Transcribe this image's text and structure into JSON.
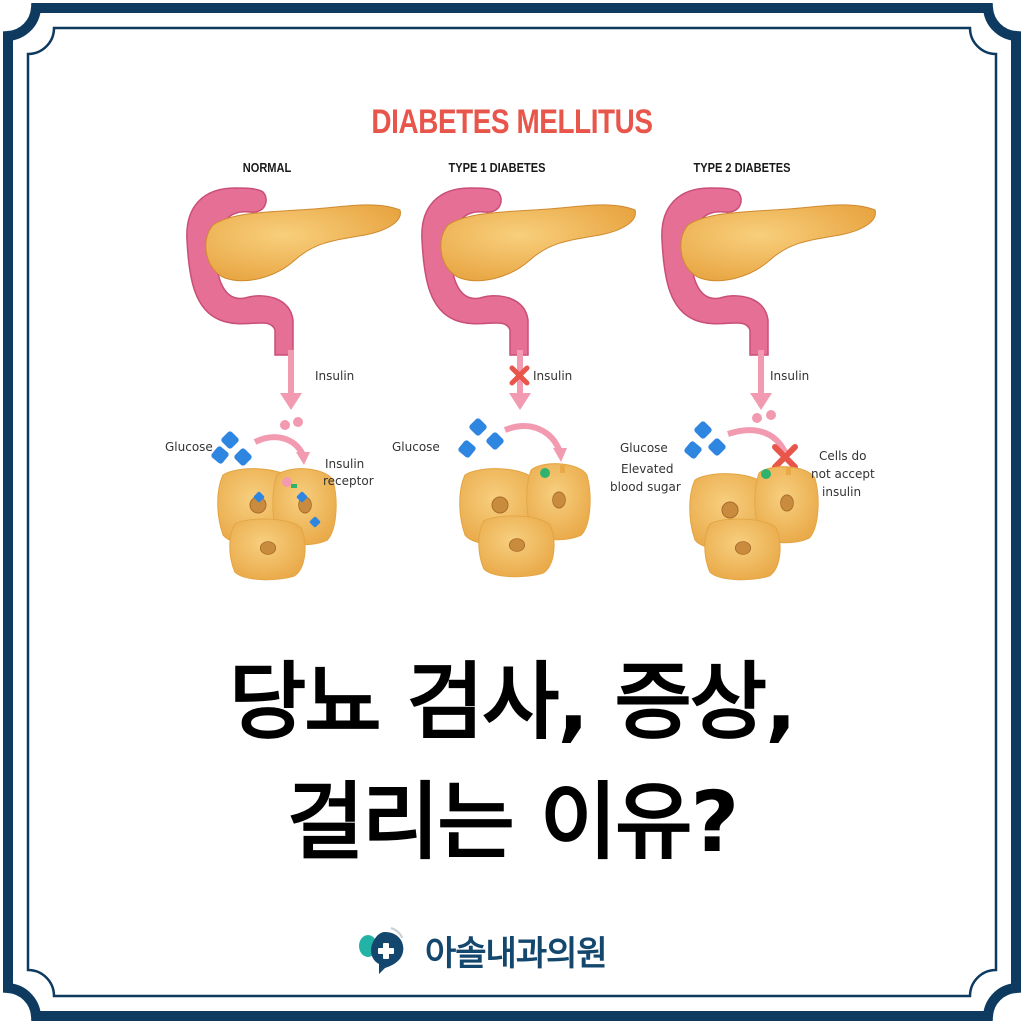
{
  "poster": {
    "title": "DIABETES MELLITUS",
    "headline_line1": "당뇨 검사, 증상,",
    "headline_line2": "걸리는 이유?",
    "colors": {
      "frame": "#0e3a5f",
      "title": "#e8554a",
      "pancreas": "#f0b553",
      "intestine": "#e56f95",
      "insulin_arrow": "#f19ab0",
      "glucose": "#2f86e0",
      "cell": "#f2be63",
      "cross": "#e8554a",
      "receptor": "#2fb26e",
      "brand": "#14476e",
      "brand_accent": "#23b3a6"
    }
  },
  "panels": [
    {
      "heading": "NORMAL",
      "insulin_label": "Insulin",
      "glucose_label": "Glucose",
      "side_label_1": "Insulin",
      "side_label_2": "receptor"
    },
    {
      "heading": "TYPE 1 DIABETES",
      "insulin_label": "Insulin",
      "glucose_label": "Glucose"
    },
    {
      "heading": "TYPE 2 DIABETES",
      "insulin_label": "Insulin",
      "glucose_label": "Glucose",
      "elevated_label_1": "Elevated",
      "elevated_label_2": "blood sugar",
      "side_label_1": "Cells do",
      "side_label_2": "not accept",
      "side_label_3": "insulin"
    }
  ],
  "brand": {
    "name": "아솔내과의원",
    "logo_icon": "clinic-cross-logo-icon"
  }
}
